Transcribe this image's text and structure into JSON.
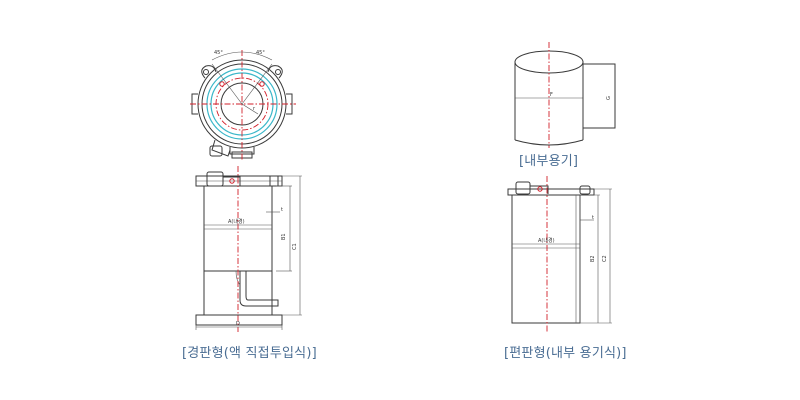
{
  "left": {
    "caption": "[경판형(액 직접투입식)]",
    "top_view": {
      "angle_left": "45°",
      "angle_right": "45°",
      "radius_label": "r"
    },
    "side_view": {
      "dim_a": "A(내경)",
      "dim_t": "t",
      "dim_b1": "B1",
      "dim_c1": "C1",
      "dim_d": "D"
    }
  },
  "right": {
    "inner_caption": "[내부용기]",
    "inner_view": {
      "dim_f": "F",
      "dim_g": "G"
    },
    "caption": "[편판형(내부 용기식)]",
    "side_view": {
      "dim_a": "A(내경)",
      "dim_t": "t",
      "dim_b2": "B2",
      "dim_c2": "C2"
    }
  }
}
